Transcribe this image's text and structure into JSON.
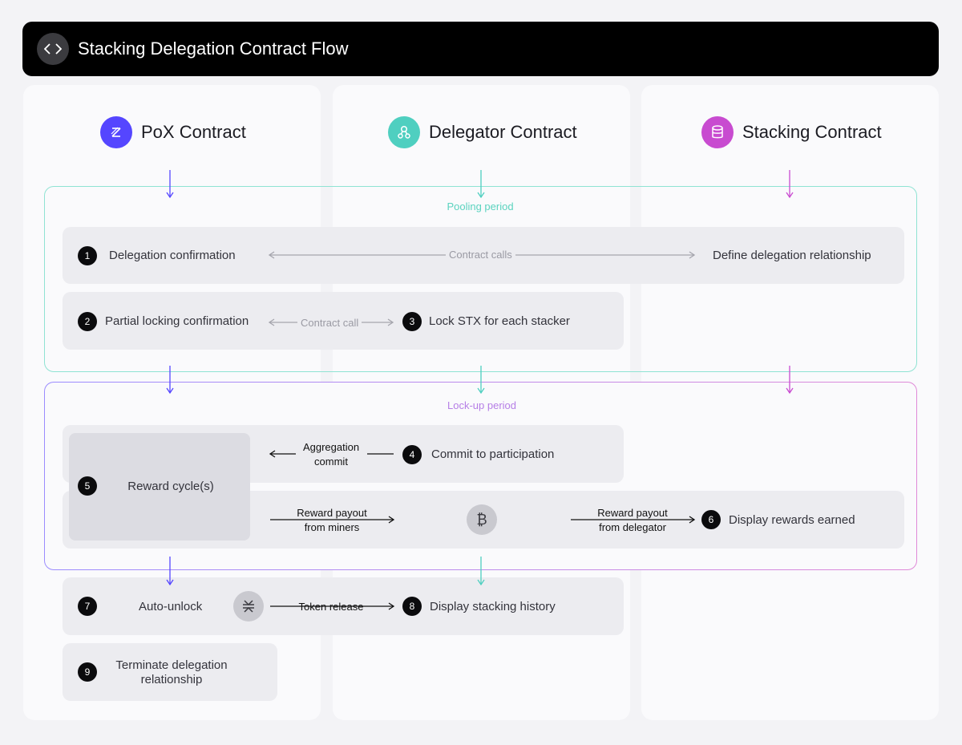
{
  "header": {
    "title": "Stacking Delegation Contract Flow",
    "icon": "code-icon"
  },
  "columns": [
    {
      "title": "PoX Contract",
      "icon": "pox-icon",
      "color": "#5546ff"
    },
    {
      "title": "Delegator Contract",
      "icon": "nodes-icon",
      "color": "#4fcfc0"
    },
    {
      "title": "Stacking Contract",
      "icon": "database-icon",
      "color": "#c84bd0"
    }
  ],
  "pooling": {
    "label": "Pooling period",
    "color": "#8fe3d3",
    "step1": {
      "num": "1",
      "text": "Delegation confirmation"
    },
    "calls": "Contract calls",
    "define": "Define delegation relationship",
    "step2": {
      "num": "2",
      "text": "Partial locking confirmation"
    },
    "call": "Contract call",
    "step3": {
      "num": "3",
      "text": "Lock STX for each stacker"
    }
  },
  "lockup": {
    "label": "Lock-up period",
    "color_start": "#9b8cff",
    "color_end": "#e08ad8",
    "step4": {
      "num": "4",
      "text": "Commit to participation"
    },
    "aggregation": [
      "Aggregation",
      "commit"
    ],
    "step5": {
      "num": "5",
      "text": "Reward cycle(s)"
    },
    "payout_miners": [
      "Reward payout",
      "from miners"
    ],
    "payout_delegator": [
      "Reward payout",
      "from delegator"
    ],
    "step6": {
      "num": "6",
      "text": "Display rewards earned"
    }
  },
  "after": {
    "step7": {
      "num": "7",
      "text": "Auto-unlock"
    },
    "token_release": "Token release",
    "step8": {
      "num": "8",
      "text": "Display stacking history"
    },
    "step9": {
      "num": "9",
      "text": [
        "Terminate delegation",
        "relationship"
      ]
    }
  }
}
